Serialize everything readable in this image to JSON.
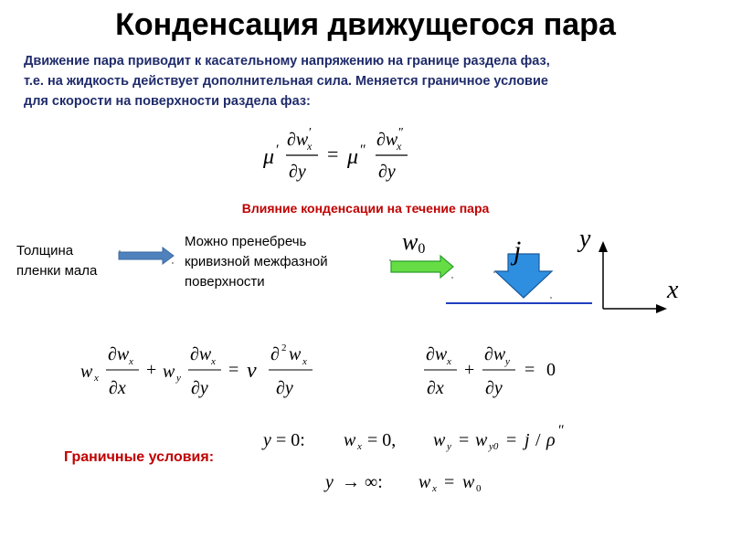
{
  "title": "Конденсация движущегося пара",
  "intro": {
    "line1": "Движение пара приводит к касательному напряжению на границе раздела фаз,",
    "line2": "т.е. на жидкость действует дополнительная сила. Меняется граничное условие",
    "line3": "для скорости на поверхности раздела фаз:"
  },
  "subheading": "Влияние конденсации на течение пара",
  "left_note": {
    "line1": "Толщина",
    "line2": "пленки мала"
  },
  "middle_note": {
    "line1": "Можно пренебречь",
    "line2": "кривизной межфазной",
    "line3": "поверхности"
  },
  "diagram": {
    "w0_label": "w",
    "w0_sub": "0",
    "j_label": "j",
    "y_axis": "y",
    "x_axis": "x"
  },
  "boundary_label": "Граничные условия:",
  "colors": {
    "intro_blue": "#1f2b6b",
    "heading_red": "#c00000",
    "arrow_blue_fill": "#4f81bd",
    "arrow_green_fill": "#66dd44",
    "arrow_down_fill": "#2e8fe0",
    "line_blue": "#1f3fbf"
  }
}
